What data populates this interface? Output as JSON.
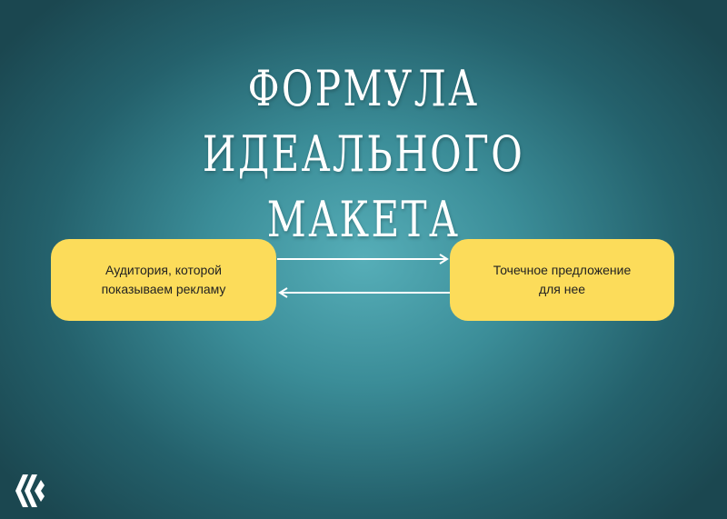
{
  "slide": {
    "title_line1": "ФОРМУЛА ИДЕАЛЬНОГО",
    "title_line2": "МАКЕТА"
  },
  "diagram": {
    "left_box": "Аудитория, которой показываем рекламу",
    "right_box": "Точечное предложение для нее"
  },
  "colors": {
    "box_fill": "#fcdc5a",
    "arrow": "#ffffff",
    "background_center": "#56aeb8",
    "background_edge": "#1b4750"
  },
  "icons": {
    "logo": "brand-logo-icon"
  }
}
